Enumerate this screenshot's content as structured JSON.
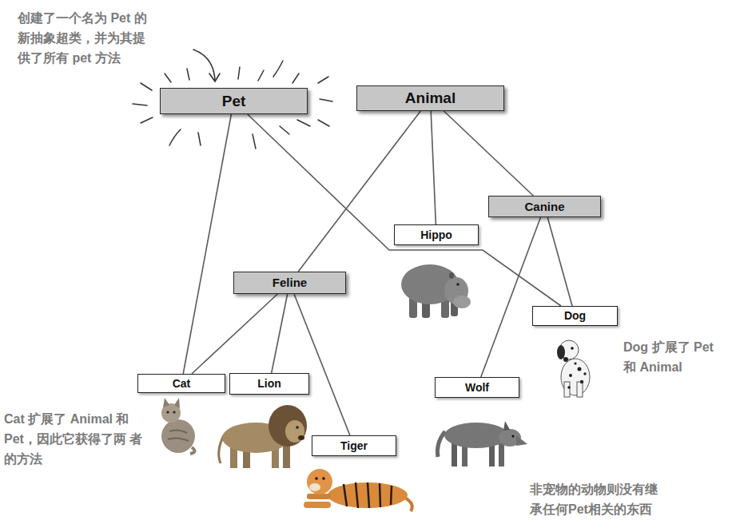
{
  "diagram": {
    "nodes": [
      {
        "text": [
          "Pet"
        ]
      },
      {
        "text": [
          "Animal"
        ]
      },
      {
        "text": [
          "Canine"
        ]
      },
      {
        "text": [
          "Hippo"
        ]
      },
      {
        "text": [
          "Feline"
        ]
      },
      {
        "text": [
          "Dog"
        ]
      },
      {
        "text": [
          "Cat"
        ]
      },
      {
        "text": [
          "Lion"
        ]
      },
      {
        "text": [
          "Wolf"
        ]
      },
      {
        "text": [
          "Tiger"
        ]
      }
    ],
    "edges": [
      {
        "from": 0,
        "to": 6,
        "arrow": "none"
      },
      {
        "from": 0,
        "to": 5,
        "arrow": "none"
      },
      {
        "from": 1,
        "to": 4,
        "arrow": "none"
      },
      {
        "from": 1,
        "to": 3,
        "arrow": "none"
      },
      {
        "from": 1,
        "to": 2,
        "arrow": "none"
      },
      {
        "from": 2,
        "to": 5,
        "arrow": "none"
      },
      {
        "from": 2,
        "to": 8,
        "arrow": "none"
      },
      {
        "from": 4,
        "to": 6,
        "arrow": "none"
      },
      {
        "from": 4,
        "to": 7,
        "arrow": "none"
      },
      {
        "from": 4,
        "to": 9,
        "arrow": "none"
      }
    ],
    "labels": [
      "创建了一个名为 Pet 的 新抽象超类，并为其提 供了所有 pet 方法",
      "Dog 扩展了 Pet 和 Animal",
      "Cat 扩展了 Animal 和 Pet，因此它获得了两 者的方法",
      "非宠物的动物则没有继 承任何Pet相关的东西"
    ]
  }
}
